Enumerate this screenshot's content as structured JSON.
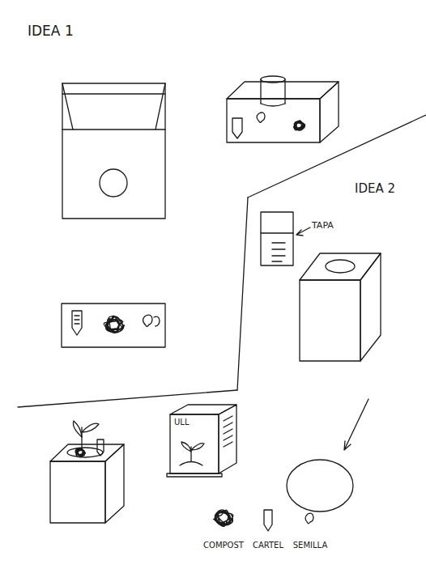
{
  "diagram": {
    "labels": [
      "IDEA 1",
      "IDEA 2",
      "TAPA",
      "ULL"
    ],
    "legend": [
      {
        "text": "COMPOST"
      },
      {
        "text": "CARTEL"
      },
      {
        "text": "SEMILLA"
      }
    ]
  }
}
